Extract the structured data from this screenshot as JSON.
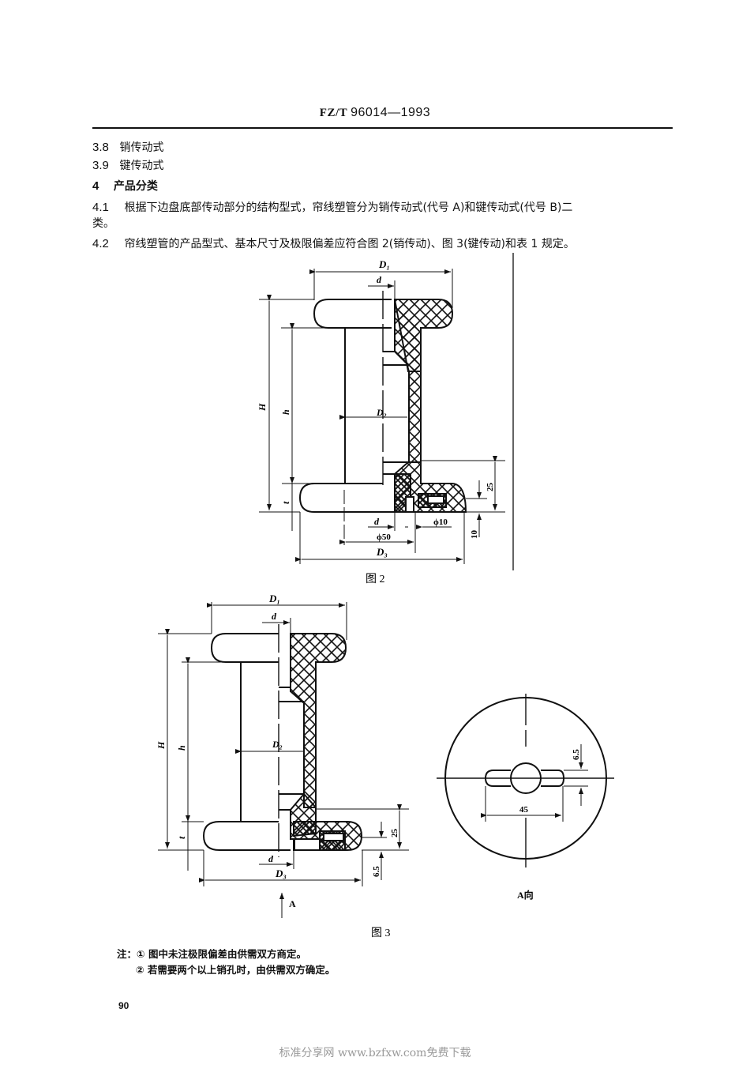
{
  "header": {
    "standard_prefix": "FZ/T",
    "standard_number": "96014—1993"
  },
  "sections": [
    {
      "number": "3.8",
      "text": "销传动式",
      "bold": false
    },
    {
      "number": "3.9",
      "text": "键传动式",
      "bold": false
    },
    {
      "number": "4",
      "text": "产品分类",
      "bold": true
    },
    {
      "number": "4.1",
      "text": "根据下边盘底部传动部分的结构型式，帘线塑管分为销传动式(代号 A)和键传动式(代号 B)二",
      "continuation": "类。",
      "bold": false
    },
    {
      "number": "4.2",
      "text": "帘线塑管的产品型式、基本尺寸及极限偏差应符合图 2(销传动)、图 3(键传动)和表 1 规定。",
      "bold": false
    }
  ],
  "figure2": {
    "caption": "图 2",
    "labels": {
      "D1": "D₁",
      "d_top": "d",
      "H": "H",
      "h": "h",
      "D2": "D₂",
      "t": "t",
      "dim_25": "25",
      "d_bottom": "d",
      "phi10": "ϕ10",
      "phi50": "ϕ50",
      "dim_10": "10",
      "D3": "D₃"
    }
  },
  "figure3": {
    "caption": "图 3",
    "labels": {
      "D1": "D₁",
      "d_top": "d",
      "H": "H",
      "h": "h",
      "D2": "D₂",
      "t": "t",
      "dim_25": "25",
      "d_bottom": "d",
      "dim_6_5": "6.5",
      "D3": "D₃",
      "view_arrow": "A"
    },
    "view": {
      "caption": "A向",
      "dim_6_5": "6.5",
      "dim_45": "45"
    }
  },
  "notes": {
    "prefix": "注：",
    "items": [
      "① 图中未注极限偏差由供需双方商定。",
      "② 若需要两个以上销孔时，由供需双方确定。"
    ]
  },
  "footer": {
    "page_number": "90",
    "watermark": "标准分享网 www.bzfxw.com免费下载"
  }
}
